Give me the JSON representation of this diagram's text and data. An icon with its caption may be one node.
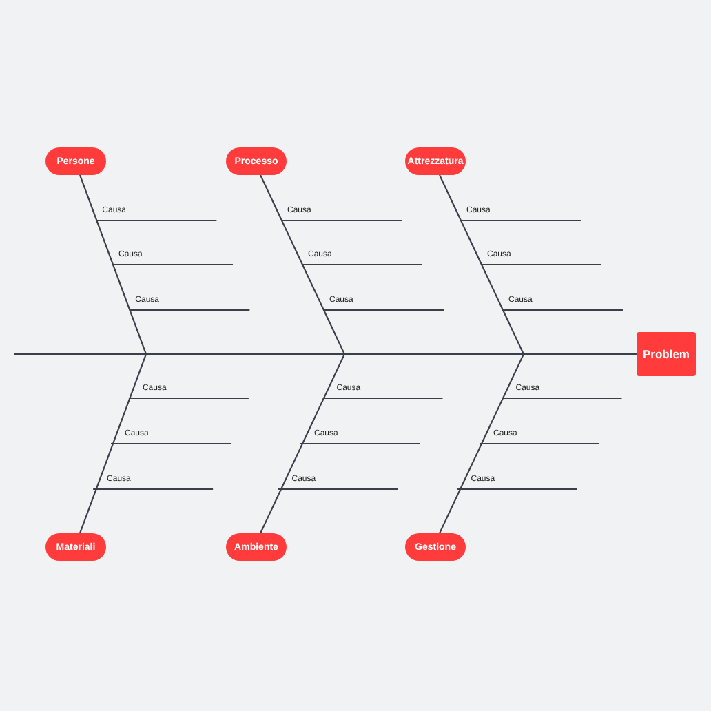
{
  "diagram": {
    "nodes": [
      {
        "text": [
          "Persone"
        ]
      },
      {
        "text": [
          "Processo"
        ]
      },
      {
        "text": [
          "Attrezzatura"
        ]
      },
      {
        "text": [
          "Problem"
        ]
      },
      {
        "text": [
          "Materiali"
        ]
      },
      {
        "text": [
          "Ambiente"
        ]
      },
      {
        "text": [
          "Gestione"
        ]
      }
    ],
    "edges": [
      {
        "from": 0,
        "to": 3,
        "arrow": "none"
      },
      {
        "from": 1,
        "to": 3,
        "arrow": "none"
      },
      {
        "from": 2,
        "to": 3,
        "arrow": "none"
      },
      {
        "from": 4,
        "to": 3,
        "arrow": "none"
      },
      {
        "from": 5,
        "to": 3,
        "arrow": "none"
      },
      {
        "from": 6,
        "to": 3,
        "arrow": "none"
      }
    ],
    "labels": [
      "Causa",
      "Causa",
      "Causa",
      "Causa",
      "Causa",
      "Causa",
      "Causa",
      "Causa",
      "Causa",
      "Causa",
      "Causa",
      "Causa",
      "Causa",
      "Causa",
      "Causa",
      "Causa",
      "Causa",
      "Causa"
    ]
  }
}
